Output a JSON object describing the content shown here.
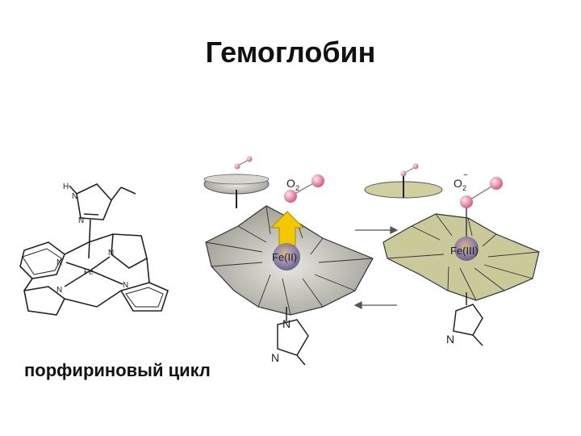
{
  "title": "Гемоглобин",
  "caption": "порфириновый цикл",
  "structure": {
    "h_label": "H",
    "n_label": "N",
    "fe_label": "Fe"
  },
  "left_panel": {
    "oxygen_label": "O",
    "oxygen_sub": "2",
    "iron_label": "Fe(II)",
    "n_label": "N"
  },
  "right_panel": {
    "oxygen_label": "O",
    "oxygen_sub": "2",
    "oxygen_sup": "−",
    "iron_label": "Fe(III)",
    "n_label": "N"
  },
  "colors": {
    "heme_gray": "#a9a99c",
    "heme_green": "#c9c99a",
    "oxygen": "#e8a0b0",
    "iron": "#9a8fbf",
    "arrow_up": "#f2c800"
  }
}
